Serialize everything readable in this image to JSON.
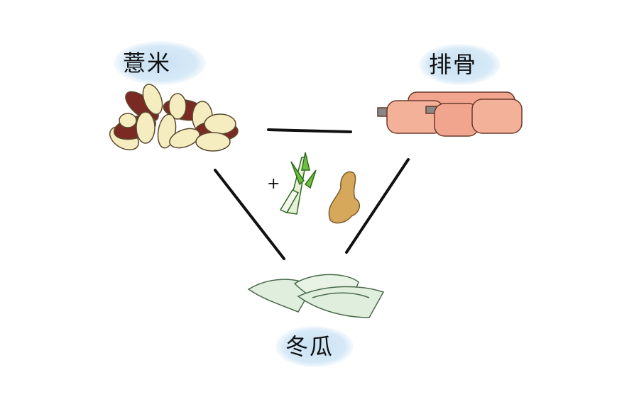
{
  "ingredients": {
    "top_left": "薏米",
    "top_right": "排骨",
    "bottom": "冬瓜"
  },
  "plus_sign": "+",
  "colors": {
    "label_bg": "#c9e1f3",
    "ink": "#111111",
    "rib": "#f2a58e",
    "melon": "#dfeedd",
    "coix": "#f5ecc0",
    "coix_band": "#7a2a22",
    "scallion": "#6fbf3f",
    "ginger": "#d6a85c"
  }
}
